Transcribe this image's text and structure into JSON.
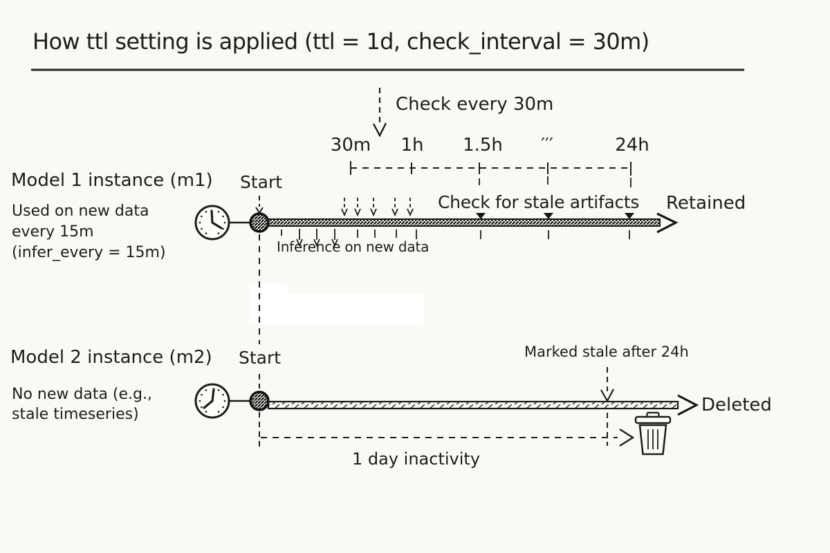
{
  "title": "How ttl setting is applied (ttl = 1d, check_interval = 30m)",
  "check_banner": {
    "label": "Check every 30m"
  },
  "scale": {
    "ticks": [
      "30m",
      "1h",
      "1.5h",
      "′′′",
      "24h"
    ]
  },
  "model1": {
    "name": "Model 1 instance (m1)",
    "description_lines": [
      "Used on new data",
      "every 15m",
      "(infer_every = 15m)"
    ],
    "start_label": "Start",
    "inference_label": "Inference on new data",
    "check_label": "Check for stale artifacts",
    "outcome_label": "Retained"
  },
  "model2": {
    "name": "Model 2 instance (m2)",
    "description_lines": [
      "No new data (e.g.,",
      "stale timeseries)"
    ],
    "start_label": "Start",
    "stale_label": "Marked stale after 24h",
    "outcome_label": "Deleted",
    "inactivity_label": "1 day inactivity"
  },
  "icons": {
    "clock_m1": "clock-icon",
    "clock_m2": "clock-icon",
    "trash": "trash-icon"
  },
  "colors": {
    "ink": "#1c1c1c",
    "background": "#faf9f6",
    "highlight_patch": "#ffffff"
  }
}
